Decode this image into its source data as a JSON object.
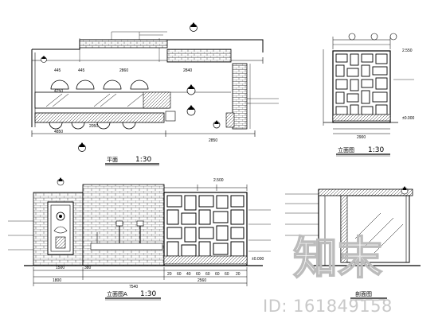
{
  "views": {
    "plan": {
      "caption": "平面",
      "scale": "1:30",
      "dims": [
        "2860",
        "2840",
        "445",
        "445",
        "2050",
        "4250",
        "4850",
        "2850"
      ]
    },
    "elev_b": {
      "caption": "立面图",
      "scale": "1:30",
      "dims": [
        "±0.000",
        "2.550",
        "2900"
      ]
    },
    "elev_a": {
      "caption": "立面图A",
      "scale": "1:30",
      "dims": [
        "2.500",
        "1500",
        "1800",
        "7540",
        "2560",
        "±0.000",
        "380"
      ],
      "bottom_row": [
        "20",
        "60",
        "40",
        "60",
        "60",
        "60",
        "60",
        "20"
      ]
    },
    "section": {
      "caption": "剖面图"
    }
  },
  "watermark": {
    "logo": "知末",
    "id_text": "ID: 161849158"
  }
}
